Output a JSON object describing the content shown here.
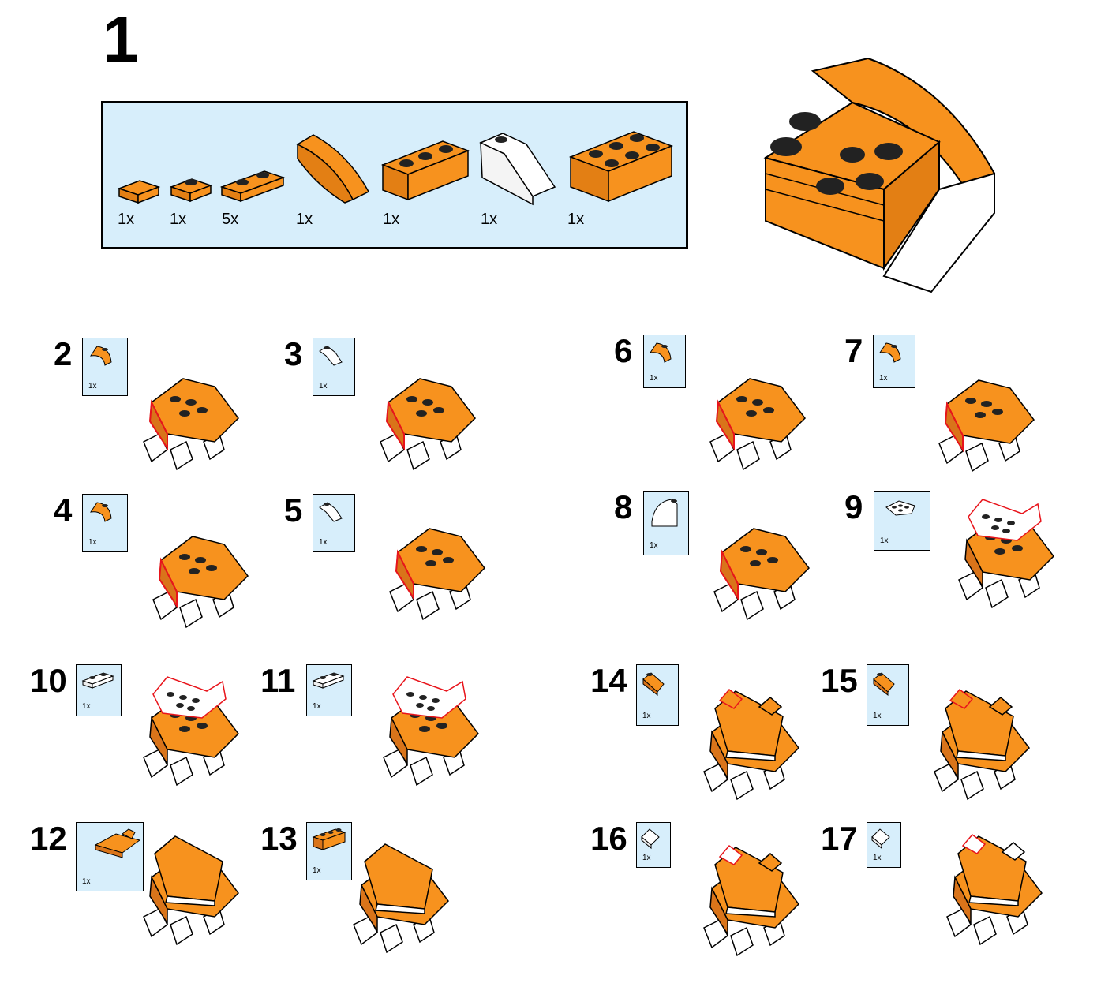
{
  "main_step": {
    "number": "1"
  },
  "parts_list": [
    {
      "name": "orange-plate-1x1-tile",
      "qty": "1x"
    },
    {
      "name": "orange-plate-1x1",
      "qty": "1x"
    },
    {
      "name": "orange-plate-1x2",
      "qty": "5x"
    },
    {
      "name": "orange-curved-slope",
      "qty": "1x"
    },
    {
      "name": "orange-brick-1x3",
      "qty": "1x"
    },
    {
      "name": "white-slope",
      "qty": "1x"
    },
    {
      "name": "orange-brick-2x3",
      "qty": "1x"
    }
  ],
  "steps": [
    {
      "number": "2",
      "qty": "1x",
      "part": "orange-curved-slope"
    },
    {
      "number": "3",
      "qty": "1x",
      "part": "white-slope"
    },
    {
      "number": "4",
      "qty": "1x",
      "part": "orange-curved-slope"
    },
    {
      "number": "5",
      "qty": "1x",
      "part": "white-slope"
    },
    {
      "number": "6",
      "qty": "1x",
      "part": "orange-curved-slope"
    },
    {
      "number": "7",
      "qty": "1x",
      "part": "orange-curved-slope"
    },
    {
      "number": "8",
      "qty": "1x",
      "part": "white-curved-slope"
    },
    {
      "number": "9",
      "qty": "1x",
      "part": "white-wedge-plate"
    },
    {
      "number": "10",
      "qty": "1x",
      "part": "white-plate-1x2"
    },
    {
      "number": "11",
      "qty": "1x",
      "part": "white-plate-1x2"
    },
    {
      "number": "12",
      "qty": "1x",
      "part": "orange-inverted-wedge"
    },
    {
      "number": "13",
      "qty": "1x",
      "part": "orange-brick-1x3"
    },
    {
      "number": "14",
      "qty": "1x",
      "part": "orange-slope"
    },
    {
      "number": "15",
      "qty": "1x",
      "part": "orange-slope"
    },
    {
      "number": "16",
      "qty": "1x",
      "part": "white-slope-tile"
    },
    {
      "number": "17",
      "qty": "1x",
      "part": "white-slope-tile"
    }
  ],
  "colors": {
    "orange": "#f7921e",
    "orange_dark": "#d9741a",
    "panel": "#d7eefb",
    "highlight": "#e8141b"
  }
}
